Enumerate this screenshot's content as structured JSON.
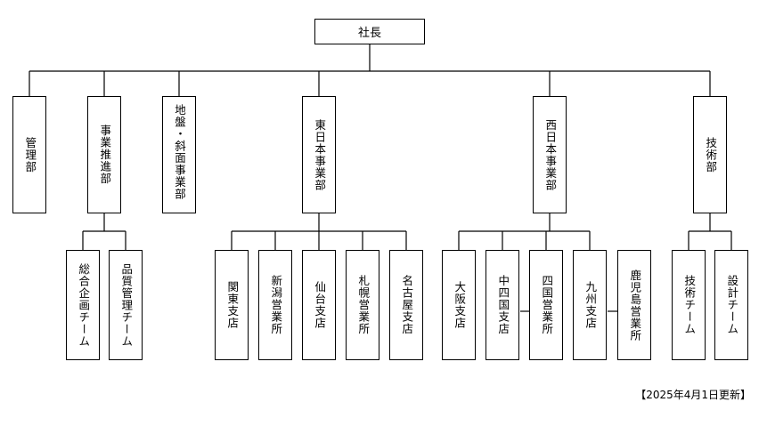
{
  "president": "社長",
  "departments": [
    {
      "key": "kanri",
      "label": "管理部"
    },
    {
      "key": "jigyo",
      "label": "事業推進部"
    },
    {
      "key": "jiban",
      "label": "地盤・斜面事業部"
    },
    {
      "key": "higashi",
      "label": "東日本事業部"
    },
    {
      "key": "nishi",
      "label": "西日本事業部"
    },
    {
      "key": "gijutsu",
      "label": "技術部"
    }
  ],
  "units": {
    "jigyo": [
      "総合企画チーム",
      "品質管理チーム"
    ],
    "higashi": [
      "関東支店",
      "新潟営業所",
      "仙台支店",
      "札幌営業所",
      "名古屋支店"
    ],
    "nishi": [
      "大阪支店",
      "中四国支店",
      "四国営業所",
      "九州支店",
      "鹿児島営業所"
    ],
    "gijutsu": [
      "技術チーム",
      "設計チーム"
    ]
  },
  "footer": "【2025年4月1日更新】"
}
